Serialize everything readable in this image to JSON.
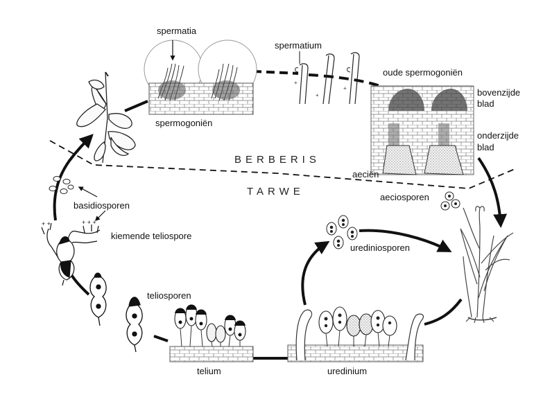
{
  "hosts": {
    "upper": "BERBERIS",
    "lower": "TARWE"
  },
  "labels": {
    "spermatia": "spermatia",
    "spermatium": "spermatium",
    "oude_spermogonien": "oude spermogoniën",
    "bovenzijde_blad": [
      "bovenzijde",
      "blad"
    ],
    "onderzijde_blad": [
      "onderzijde",
      "blad"
    ],
    "spermogonien": "spermogoniën",
    "aecien": "aeciën",
    "aeciosporen": "aeciosporen",
    "basidiosporen": "basidiosporen",
    "kiemende_teliospore": "kiemende teliospore",
    "urediniosporen": "urediniosporen",
    "teliosporen": "teliosporen",
    "telium": "telium",
    "uredinium": "uredinium"
  }
}
